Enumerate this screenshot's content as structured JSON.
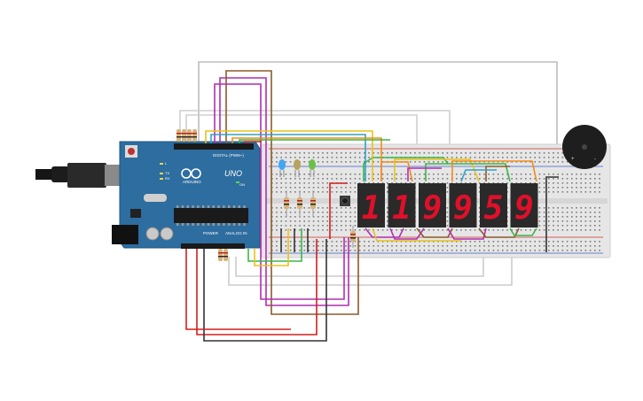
{
  "arduino": {
    "brand": "ARDUINO",
    "model": "UNO",
    "digital_label": "DIGITAL (PWM~)",
    "power_label": "POWER",
    "analog_label": "ANALOG IN",
    "tx_label": "TX",
    "rx_label": "RX",
    "l_label": "L",
    "on_label": "ON"
  },
  "display": {
    "digits": [
      "1",
      "1",
      "9",
      "9",
      "5",
      "9"
    ]
  },
  "buzzer": {
    "plus": "+",
    "minus": "-"
  },
  "colors": {
    "breadboard": "#e6e6e6",
    "arduino_board": "#2d6d9f",
    "display_body": "#2a2a2a",
    "digit": "#e0102a",
    "wire_red": "#d21f1f",
    "wire_black": "#333333",
    "wire_purple": "#b12fb1",
    "wire_brown": "#8b5a2b",
    "wire_green": "#3bb54a",
    "wire_orange": "#f28c1b",
    "wire_yellow": "#e8c21a",
    "wire_gray": "#bdbdbd",
    "wire_cyan": "#2fa3c7"
  }
}
